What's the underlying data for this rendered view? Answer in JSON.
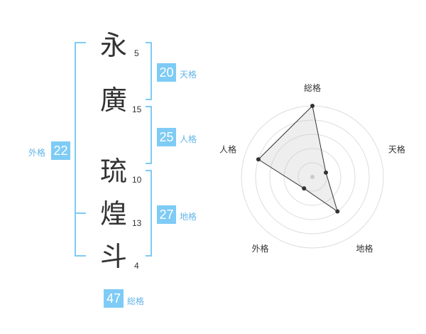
{
  "name": {
    "chars": [
      {
        "char": "永",
        "strokes": "5"
      },
      {
        "char": "廣",
        "strokes": "15"
      },
      {
        "char": "琉",
        "strokes": "10"
      },
      {
        "char": "煌",
        "strokes": "13"
      },
      {
        "char": "斗",
        "strokes": "4"
      }
    ]
  },
  "kakusu": {
    "tenkaku": {
      "value": "20",
      "label": "天格"
    },
    "jinkaku": {
      "value": "25",
      "label": "人格"
    },
    "chikaku": {
      "value": "27",
      "label": "地格"
    },
    "gaikaku": {
      "value": "22",
      "label": "外格"
    },
    "soukaku": {
      "value": "47",
      "label": "総格"
    }
  },
  "colors": {
    "accent": "#7ecbf5",
    "label": "#62b5e8",
    "text": "#333333"
  },
  "chart_data": {
    "type": "radar",
    "axes": [
      "総格",
      "天格",
      "地格",
      "外格",
      "人格"
    ],
    "values": [
      1.0,
      0.2,
      0.6,
      0.2,
      0.8
    ],
    "range": [
      0,
      1
    ],
    "rings": 5
  }
}
